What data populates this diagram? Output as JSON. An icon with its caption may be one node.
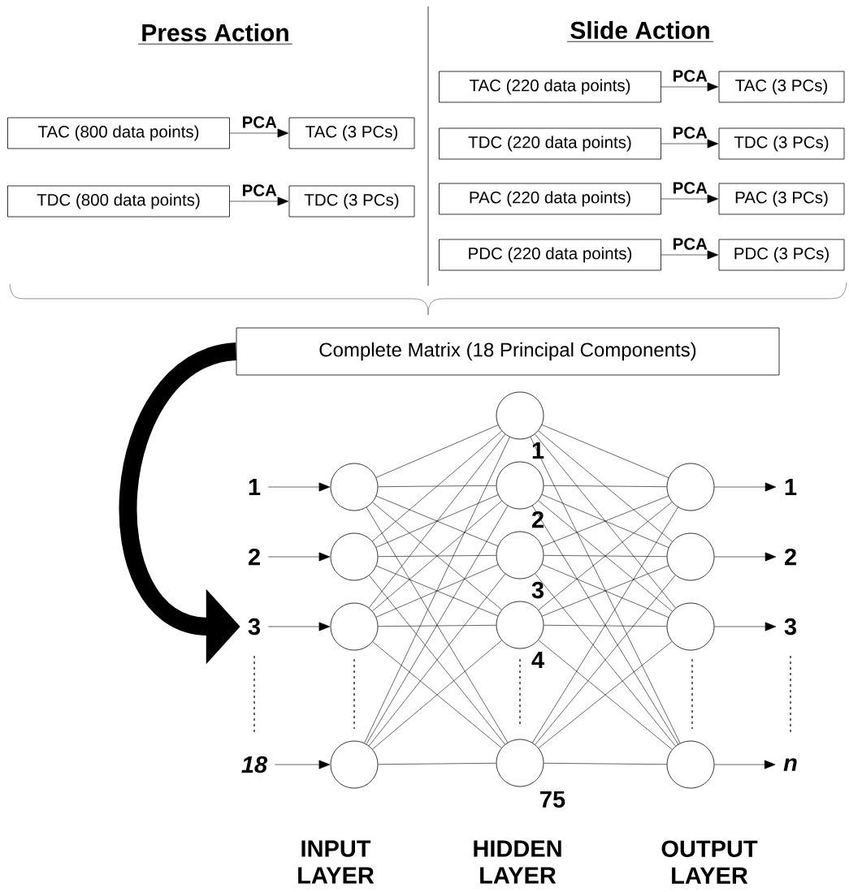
{
  "diagram": {
    "nodes": [
      {
        "text": [
          "TAC (800 data points)"
        ]
      },
      {
        "text": [
          "TAC (3 PCs)"
        ]
      },
      {
        "text": [
          "TDC (800 data points)"
        ]
      },
      {
        "text": [
          "TDC (3 PCs)"
        ]
      },
      {
        "text": [
          "TAC (220 data points)"
        ]
      },
      {
        "text": [
          "TAC (3 PCs)"
        ]
      },
      {
        "text": [
          "TDC (220 data points)"
        ]
      },
      {
        "text": [
          "TDC (3 PCs)"
        ]
      },
      {
        "text": [
          "PAC (220 data points)"
        ]
      },
      {
        "text": [
          "PAC (3 PCs)"
        ]
      },
      {
        "text": [
          "PDC (220 data points)"
        ]
      },
      {
        "text": [
          "PDC (3 PCs)"
        ]
      },
      {
        "text": [
          "Complete Matrix (18 Principal Components)"
        ]
      },
      {
        "text": [
          "1"
        ]
      },
      {
        "text": [
          "2"
        ]
      },
      {
        "text": [
          "3"
        ]
      },
      {
        "text": [
          "18"
        ]
      },
      {
        "text": [],
        "shape": "circle"
      },
      {
        "text": [],
        "shape": "circle"
      },
      {
        "text": [],
        "shape": "circle"
      },
      {
        "text": [],
        "shape": "circle"
      },
      {
        "text": [],
        "shape": "circle",
        "beside": [
          "1"
        ]
      },
      {
        "text": [],
        "shape": "circle",
        "beside": [
          "2"
        ]
      },
      {
        "text": [],
        "shape": "circle",
        "beside": [
          "3"
        ]
      },
      {
        "text": [],
        "shape": "circle",
        "beside": [
          "4"
        ]
      },
      {
        "text": [],
        "shape": "circle",
        "beside": [
          "75"
        ]
      },
      {
        "text": [],
        "shape": "circle"
      },
      {
        "text": [],
        "shape": "circle"
      },
      {
        "text": [],
        "shape": "circle"
      },
      {
        "text": [],
        "shape": "circle"
      },
      {
        "text": [
          "1"
        ]
      },
      {
        "text": [
          "2"
        ]
      },
      {
        "text": [
          "3"
        ]
      },
      {
        "text": [
          "n"
        ]
      }
    ],
    "edges": [
      {
        "from": 0,
        "to": 1,
        "arrow": "to",
        "label": "PCA"
      },
      {
        "from": 2,
        "to": 3,
        "arrow": "to",
        "label": "PCA"
      },
      {
        "from": 4,
        "to": 5,
        "arrow": "to",
        "label": "PCA"
      },
      {
        "from": 6,
        "to": 7,
        "arrow": "to",
        "label": "PCA"
      },
      {
        "from": 8,
        "to": 9,
        "arrow": "to",
        "label": "PCA"
      },
      {
        "from": 10,
        "to": 11,
        "arrow": "to",
        "label": "PCA"
      },
      {
        "from": 12,
        "to": 15,
        "arrow": "to",
        "style": "thick"
      },
      {
        "from": 13,
        "to": 17,
        "arrow": "to"
      },
      {
        "from": 14,
        "to": 18,
        "arrow": "to"
      },
      {
        "from": 15,
        "to": 19,
        "arrow": "to"
      },
      {
        "from": 16,
        "to": 20,
        "arrow": "to"
      },
      {
        "from": 17,
        "to": 21,
        "arrow": "none"
      },
      {
        "from": 17,
        "to": 22,
        "arrow": "none"
      },
      {
        "from": 17,
        "to": 23,
        "arrow": "none"
      },
      {
        "from": 17,
        "to": 24,
        "arrow": "none"
      },
      {
        "from": 17,
        "to": 25,
        "arrow": "none"
      },
      {
        "from": 18,
        "to": 21,
        "arrow": "none"
      },
      {
        "from": 18,
        "to": 22,
        "arrow": "none"
      },
      {
        "from": 18,
        "to": 23,
        "arrow": "none"
      },
      {
        "from": 18,
        "to": 24,
        "arrow": "none"
      },
      {
        "from": 18,
        "to": 25,
        "arrow": "none"
      },
      {
        "from": 19,
        "to": 21,
        "arrow": "none"
      },
      {
        "from": 19,
        "to": 22,
        "arrow": "none"
      },
      {
        "from": 19,
        "to": 23,
        "arrow": "none"
      },
      {
        "from": 19,
        "to": 24,
        "arrow": "none"
      },
      {
        "from": 19,
        "to": 25,
        "arrow": "none"
      },
      {
        "from": 20,
        "to": 21,
        "arrow": "none"
      },
      {
        "from": 20,
        "to": 22,
        "arrow": "none"
      },
      {
        "from": 20,
        "to": 23,
        "arrow": "none"
      },
      {
        "from": 20,
        "to": 24,
        "arrow": "none"
      },
      {
        "from": 20,
        "to": 25,
        "arrow": "none"
      },
      {
        "from": 21,
        "to": 26,
        "arrow": "none"
      },
      {
        "from": 21,
        "to": 27,
        "arrow": "none"
      },
      {
        "from": 21,
        "to": 28,
        "arrow": "none"
      },
      {
        "from": 21,
        "to": 29,
        "arrow": "none"
      },
      {
        "from": 22,
        "to": 26,
        "arrow": "none"
      },
      {
        "from": 22,
        "to": 27,
        "arrow": "none"
      },
      {
        "from": 22,
        "to": 28,
        "arrow": "none"
      },
      {
        "from": 22,
        "to": 29,
        "arrow": "none"
      },
      {
        "from": 23,
        "to": 26,
        "arrow": "none"
      },
      {
        "from": 23,
        "to": 27,
        "arrow": "none"
      },
      {
        "from": 23,
        "to": 28,
        "arrow": "none"
      },
      {
        "from": 23,
        "to": 29,
        "arrow": "none"
      },
      {
        "from": 24,
        "to": 26,
        "arrow": "none"
      },
      {
        "from": 24,
        "to": 27,
        "arrow": "none"
      },
      {
        "from": 24,
        "to": 28,
        "arrow": "none"
      },
      {
        "from": 24,
        "to": 29,
        "arrow": "none"
      },
      {
        "from": 25,
        "to": 26,
        "arrow": "none"
      },
      {
        "from": 25,
        "to": 27,
        "arrow": "none"
      },
      {
        "from": 25,
        "to": 28,
        "arrow": "none"
      },
      {
        "from": 25,
        "to": 29,
        "arrow": "none"
      },
      {
        "from": 26,
        "to": 30,
        "arrow": "to"
      },
      {
        "from": 27,
        "to": 31,
        "arrow": "to"
      },
      {
        "from": 28,
        "to": 32,
        "arrow": "to"
      },
      {
        "from": 29,
        "to": 33,
        "arrow": "to"
      }
    ],
    "labels": [
      "Press Action",
      "Slide Action",
      "INPUT LAYER",
      "HIDDEN LAYER",
      "OUTPUT LAYER"
    ]
  }
}
